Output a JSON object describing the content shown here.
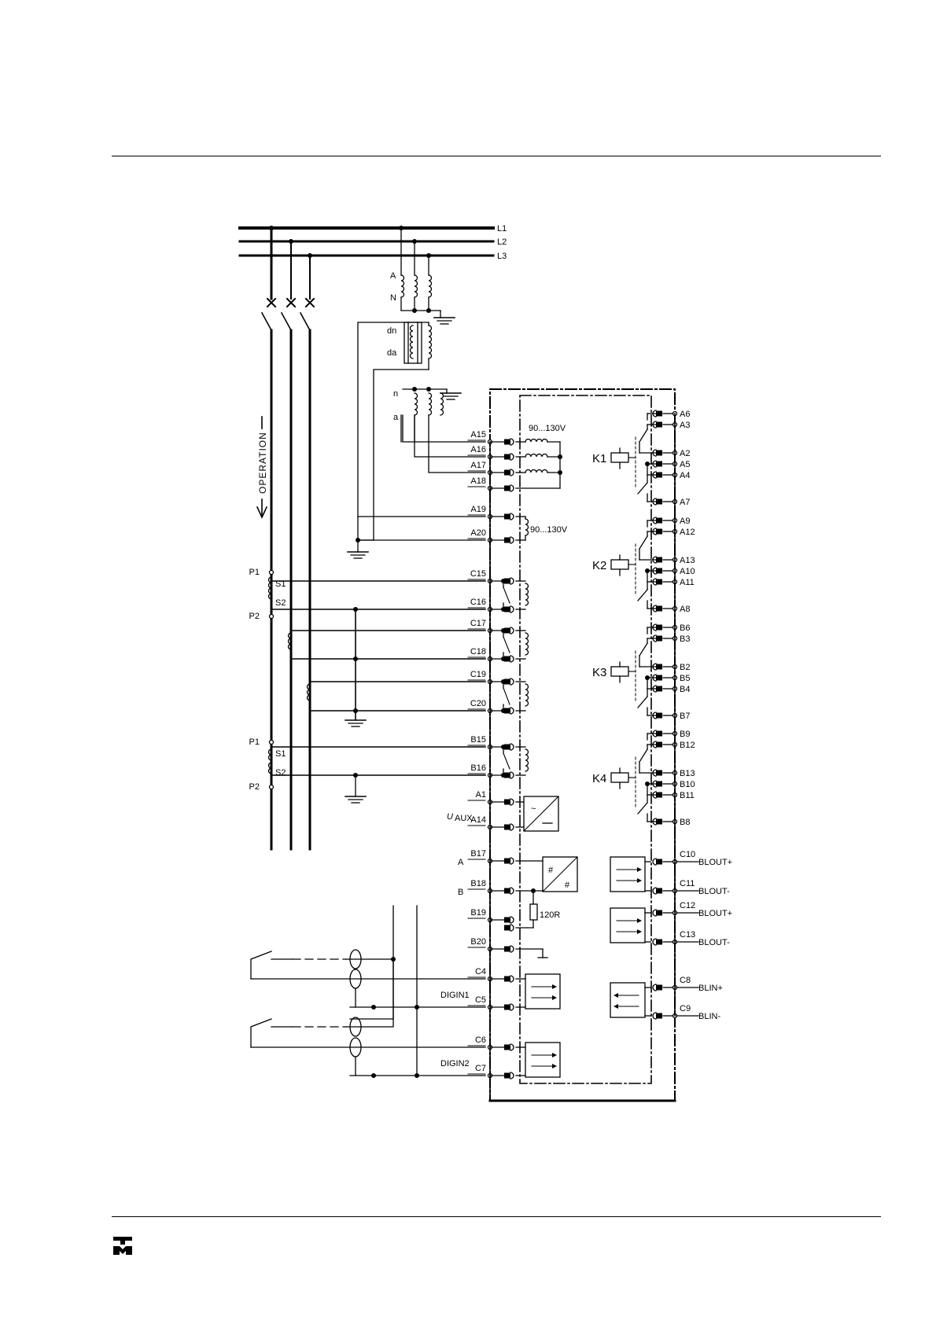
{
  "phases": [
    "L1",
    "L2",
    "L3"
  ],
  "vt_windings": {
    "main": [
      "A",
      "N"
    ],
    "open_delta": [
      "dn",
      "da"
    ],
    "secondary": [
      "n",
      "a"
    ]
  },
  "operation_label": "OPERATION",
  "voltage_inputs": {
    "terminals": [
      "A15",
      "A16",
      "A17",
      "A18"
    ],
    "rating": "90...130V"
  },
  "residual_voltage_input": {
    "terminals": [
      "A19",
      "A20"
    ],
    "rating": "90...130V"
  },
  "current_transformers": [
    {
      "p1": "P1",
      "s1": "S1",
      "s2": "S2",
      "p2": "P2"
    },
    {
      "p1": "P1",
      "s1": "S1",
      "s2": "S2",
      "p2": "P2"
    }
  ],
  "current_inputs": [
    "C15",
    "C16",
    "C17",
    "C18",
    "C19",
    "C20"
  ],
  "earth_current_inputs": [
    "B15",
    "B16"
  ],
  "aux_supply": {
    "label_main": "U",
    "label_sub": "AUX",
    "terminals": [
      "A1",
      "A14"
    ]
  },
  "serial_bus": {
    "a_label": "A",
    "b_label": "B",
    "terminals": [
      "B17",
      "B18",
      "B19",
      "B20"
    ],
    "termination": "120R"
  },
  "digital_inputs": [
    {
      "label": "DIGIN1",
      "terminals": [
        "C4",
        "C5"
      ]
    },
    {
      "label": "DIGIN2",
      "terminals": [
        "C6",
        "C7"
      ]
    }
  ],
  "relays": [
    {
      "name": "K1",
      "terminals": [
        "A6",
        "A3",
        "A2",
        "A5",
        "A4",
        "A7"
      ]
    },
    {
      "name": "K2",
      "terminals": [
        "A9",
        "A12",
        "A13",
        "A10",
        "A11",
        "A8"
      ]
    },
    {
      "name": "K3",
      "terminals": [
        "B6",
        "B3",
        "B2",
        "B5",
        "B4",
        "B7"
      ]
    },
    {
      "name": "K4",
      "terminals": [
        "B9",
        "B12",
        "B13",
        "B10",
        "B11",
        "B8"
      ]
    }
  ],
  "blocking_outputs": [
    {
      "terminals": [
        "C10",
        "C11"
      ],
      "labels": [
        "BLOUT+",
        "BLOUT-"
      ]
    },
    {
      "terminals": [
        "C12",
        "C13"
      ],
      "labels": [
        "BLOUT+",
        "BLOUT-"
      ]
    }
  ],
  "blocking_input": {
    "terminals": [
      "C8",
      "C9"
    ],
    "labels": [
      "BLIN+",
      "BLIN-"
    ]
  }
}
